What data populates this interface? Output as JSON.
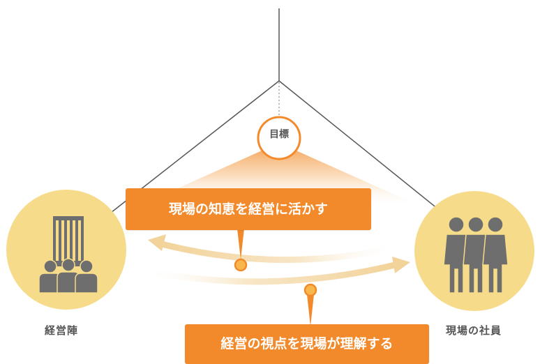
{
  "goal": {
    "label": "目標"
  },
  "management": {
    "label": "経営陣"
  },
  "staff": {
    "label": "現場の社員"
  },
  "callouts": {
    "top": "現場の知恵を経営に活かす",
    "bottom": "経営の視点を現場が理解する"
  },
  "colors": {
    "accent": "#f28a2b",
    "circle_fill": "#f6dc8a",
    "icon_gray": "#6e6e6e",
    "line": "#555555"
  }
}
